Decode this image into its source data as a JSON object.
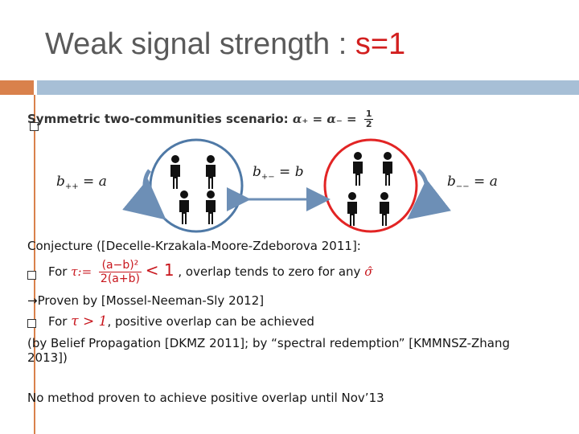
{
  "title": {
    "main": "Weak signal strength : ",
    "highlight": "s=1"
  },
  "scenario": {
    "text": "Symmetric two-communities scenario:",
    "formula_lhs": "α₊ = α₋ =",
    "frac_num": "1",
    "frac_den": "2"
  },
  "diagram": {
    "label_left": "b",
    "label_left_sub": "++",
    "label_left_rhs": " = a",
    "label_middle": "b",
    "label_middle_sub": "+−",
    "label_middle_rhs": " = b",
    "label_right": "b",
    "label_right_sub": "−−",
    "label_right_rhs": " = a",
    "colors": {
      "left_circle": "#4f79a6",
      "right_circle": "#e22424",
      "arrows": "#6d8fb6",
      "people": "#111111"
    }
  },
  "conjecture": {
    "text": "Conjecture ([Decelle-Krzakala-Moore-Zdeborova 2011]:"
  },
  "item1": {
    "for": "For",
    "tau": "τ:=",
    "frac_num": "(a−b)²",
    "frac_den": "2(a+b)",
    "lt": "< 1",
    "rest": ", overlap tends to zero for any",
    "sigma": "σ̂"
  },
  "proven": {
    "arrow": "→",
    "text": "Proven by [Mossel-Neeman-Sly 2012]"
  },
  "item2": {
    "for": "For",
    "cond": "τ > 1",
    "rest": ", positive overlap can be achieved"
  },
  "belief": {
    "line1": "(by Belief Propagation [DKMZ 2011]; by “spectral redemption” [KMMNSZ-Zhang",
    "line2": "2013])"
  },
  "footer": {
    "text": "No method proven to achieve positive overlap until Nov’13"
  }
}
